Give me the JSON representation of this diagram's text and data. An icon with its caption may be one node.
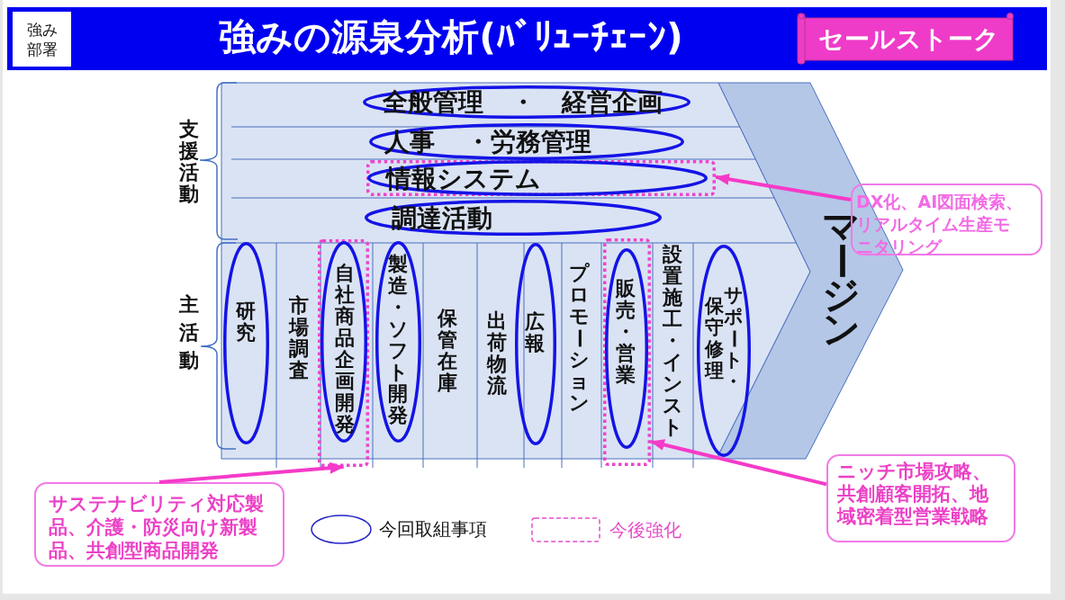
{
  "diagram": {
    "title": "強みの源泉分析(ﾊﾞﾘｭｰﾁｪｰﾝ)",
    "nodes": [
      {
        "text": [
          "強み部署"
        ]
      },
      {
        "text": [
          "セールストーク"
        ]
      },
      {
        "text": [
          "全般管理 ・ 経営企画"
        ]
      },
      {
        "text": [
          "人事 ・労務管理"
        ]
      },
      {
        "text": [
          "情報システム"
        ]
      },
      {
        "text": [
          "調達活動"
        ]
      },
      {
        "text": [
          "研究"
        ]
      },
      {
        "text": [
          "市場調査"
        ]
      },
      {
        "text": [
          "自社商品企画開発"
        ]
      },
      {
        "text": [
          "製造・ソフト開発"
        ]
      },
      {
        "text": [
          "保管在庫"
        ]
      },
      {
        "text": [
          "出荷物流"
        ]
      },
      {
        "text": [
          "広報"
        ]
      },
      {
        "text": [
          "プロモーション"
        ]
      },
      {
        "text": [
          "販売・営業"
        ]
      },
      {
        "text": [
          "設置施工・インスト"
        ]
      },
      {
        "text": [
          "サポート・保守修理"
        ]
      },
      {
        "text": [
          "マージン"
        ]
      },
      {
        "text": [
          "DX化、AI図面検索、リアルタイム生産モニタリング"
        ]
      },
      {
        "text": [
          "サステナビリティ対応製品、介護・防災向け新製品、共創型商品開発"
        ]
      },
      {
        "text": [
          "ニッチ市場攻略、共創顧客開拓、地域密着型営業戦略"
        ]
      }
    ],
    "edges": [
      {
        "from": 18,
        "to": 4,
        "arrow": "to"
      },
      {
        "from": 19,
        "to": 8,
        "arrow": "to"
      },
      {
        "from": 20,
        "to": 14,
        "arrow": "to"
      }
    ],
    "labels": [
      "支援活動",
      "主活動"
    ],
    "legend": [
      {
        "text": "今回取組事項"
      },
      {
        "text": "今後強化"
      }
    ]
  }
}
